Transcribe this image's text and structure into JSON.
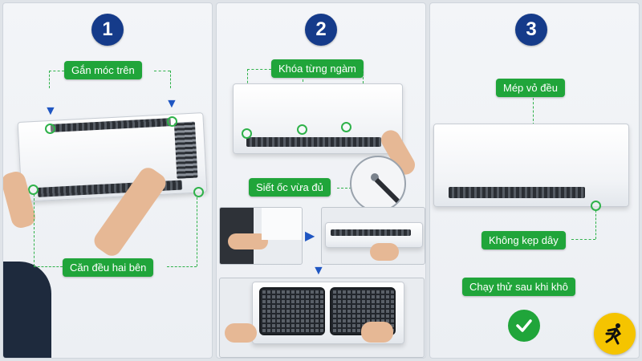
{
  "steps": [
    {
      "number": "1",
      "labels": {
        "top": "Gắn móc trên",
        "bottom": "Căn đều hai bên"
      }
    },
    {
      "number": "2",
      "labels": {
        "top": "Khóa từng ngàm",
        "middle": "Siết ốc vừa đủ"
      }
    },
    {
      "number": "3",
      "labels": {
        "top": "Mép vỏ đều",
        "middle": "Không kẹp dây",
        "bottom": "Chạy thử sau khi khô"
      }
    }
  ],
  "colors": {
    "step_badge": "#153b8a",
    "label_bg": "#20a53a",
    "arrow": "#1f56c2",
    "logo_bg": "#f5c400"
  },
  "icons": [
    "down-arrow-icon",
    "right-arrow-icon",
    "checkmark-icon",
    "screwdriver-icon",
    "brand-logo-icon"
  ]
}
